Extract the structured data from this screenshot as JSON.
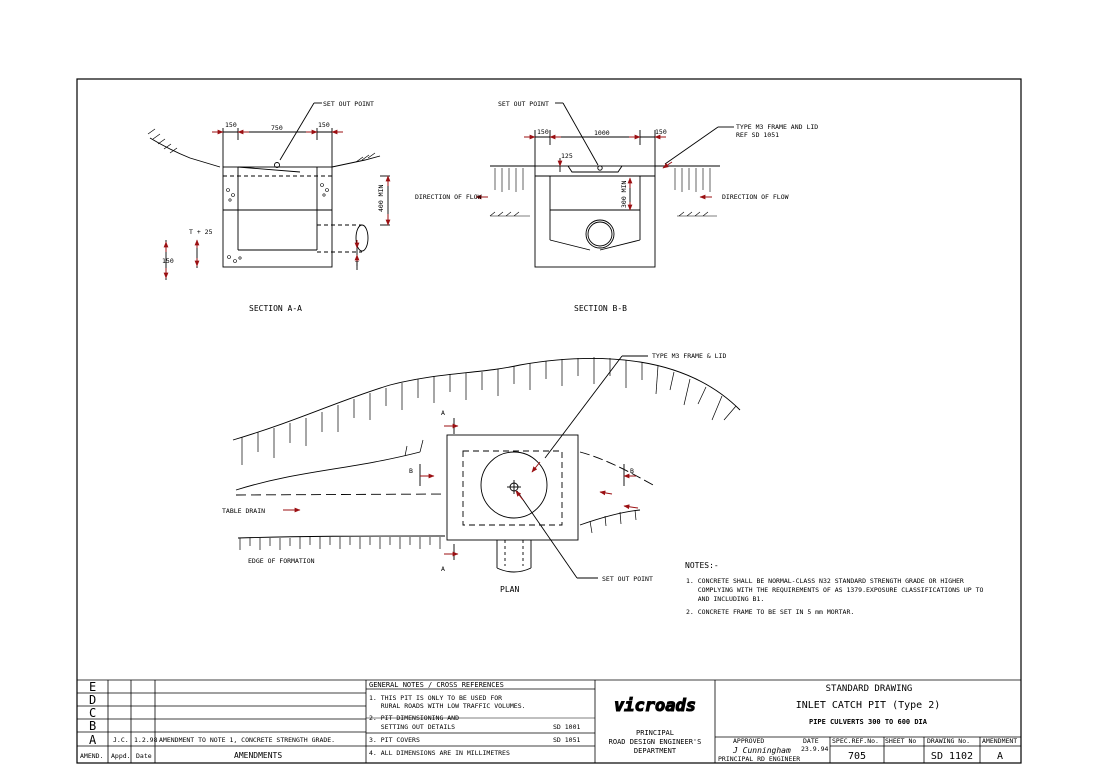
{
  "sections": {
    "a": {
      "title": "SECTION A-A",
      "set_out_point": "SET OUT POINT",
      "dim_150_left": "150",
      "dim_750": "750",
      "dim_150_right": "150",
      "dim_400_min": "400 MIN",
      "dim_t_plus_25": "T + 25",
      "dim_150_bottom": "150",
      "dim_t": "T"
    },
    "b": {
      "title": "SECTION B-B",
      "set_out_point": "SET OUT POINT",
      "frame_label_1": "TYPE M3 FRAME AND LID",
      "frame_label_2": "REF SD 1051",
      "dim_150_left": "150",
      "dim_1000": "1000",
      "dim_150_right": "150",
      "dim_125": "125",
      "dim_300_min": "300 MIN",
      "flow_left": "DIRECTION OF FLOW",
      "flow_right": "DIRECTION OF FLOW"
    }
  },
  "plan": {
    "title": "PLAN",
    "frame_label": "TYPE M3 FRAME & LID",
    "set_out_point": "SET OUT POINT",
    "table_drain": "TABLE DRAIN",
    "edge_of_formation": "EDGE OF FORMATION",
    "marker_a_top": "A",
    "marker_a_bottom": "A",
    "marker_b_left": "B",
    "marker_b_right": "B"
  },
  "notes": {
    "heading": "NOTES:-",
    "items": [
      "1. CONCRETE SHALL BE NORMAL-CLASS N32 STANDARD STRENGTH GRADE OR HIGHER",
      "   COMPLYING WITH THE REQUIREMENTS OF AS 1379.EXPOSURE CLASSIFICATIONS UP TO",
      "   AND INCLUDING B1.",
      "2. CONCRETE FRAME TO BE SET IN 5 mm MORTAR."
    ]
  },
  "amendments": {
    "letters": [
      "E",
      "D",
      "C",
      "B",
      "A"
    ],
    "row_a_initials": "J.C.",
    "row_a_date": "1.2.98",
    "row_a_text": "AMENDMENT TO NOTE 1, CONCRETE STRENGTH GRADE.",
    "footer_amend": "AMEND.",
    "footer_appd": "Appd.",
    "footer_date": "Date",
    "footer_title": "AMENDMENTS"
  },
  "general_notes": {
    "heading": "GENERAL NOTES / CROSS REFERENCES",
    "lines": [
      "1. THIS PIT IS ONLY TO BE USED FOR",
      "   RURAL ROADS WITH LOW TRAFFIC VOLUMES.",
      "2. PIT DIMENSIONING AND",
      "   SETTING OUT DETAILS",
      "3. PIT COVERS",
      "4. ALL DIMENSIONS ARE IN MILLIMETRES"
    ],
    "ref_1": "SD 1001",
    "ref_2": "SD 1051"
  },
  "logo": {
    "text": "vicroads",
    "dept_1": "PRINCIPAL",
    "dept_2": "ROAD DESIGN ENGINEER'S",
    "dept_3": "DEPARTMENT"
  },
  "title_block": {
    "standard": "STANDARD DRAWING",
    "title": "INLET CATCH PIT (Type 2)",
    "subtitle": "PIPE CULVERTS 300 TO 600 DIA",
    "approved_label": "APPROVED",
    "date_label": "DATE",
    "approved_date": "23.9.94",
    "approver_role": "PRINCIPAL RD ENGINEER",
    "signature": "J Cunningham",
    "spec_ref_label": "SPEC.REF.No.",
    "sheet_label": "SHEET No",
    "drawing_no_label": "DRAWING No.",
    "amendment_label": "AMENDMENT",
    "spec_ref": "705",
    "sheet_no": "",
    "drawing_no": "SD 1102",
    "amendment": "A"
  },
  "colors": {
    "line": "#000000",
    "arrow": "#9b0f12",
    "paper": "#ffffff"
  }
}
